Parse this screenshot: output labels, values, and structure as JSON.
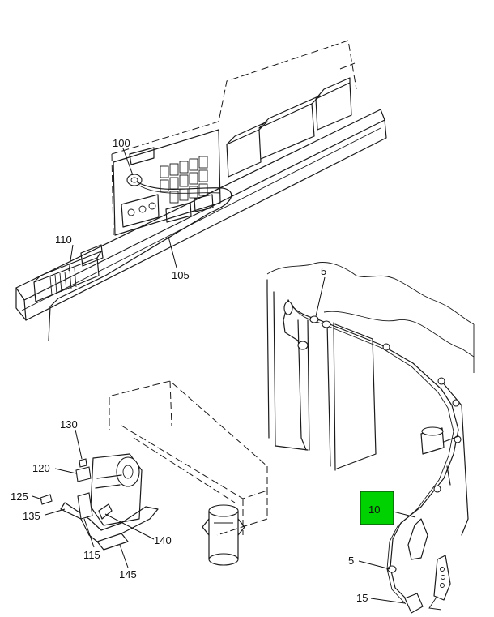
{
  "callouts": {
    "c100": "100",
    "c110": "110",
    "c105": "105",
    "c5_top": "5",
    "c130": "130",
    "c120": "120",
    "c125": "125",
    "c135": "135",
    "c115": "115",
    "c140": "140",
    "c145": "145",
    "c10": "10",
    "c5_bottom": "5",
    "c15": "15"
  },
  "colors": {
    "highlight": "#00d100",
    "line": "#1a1a1a"
  }
}
